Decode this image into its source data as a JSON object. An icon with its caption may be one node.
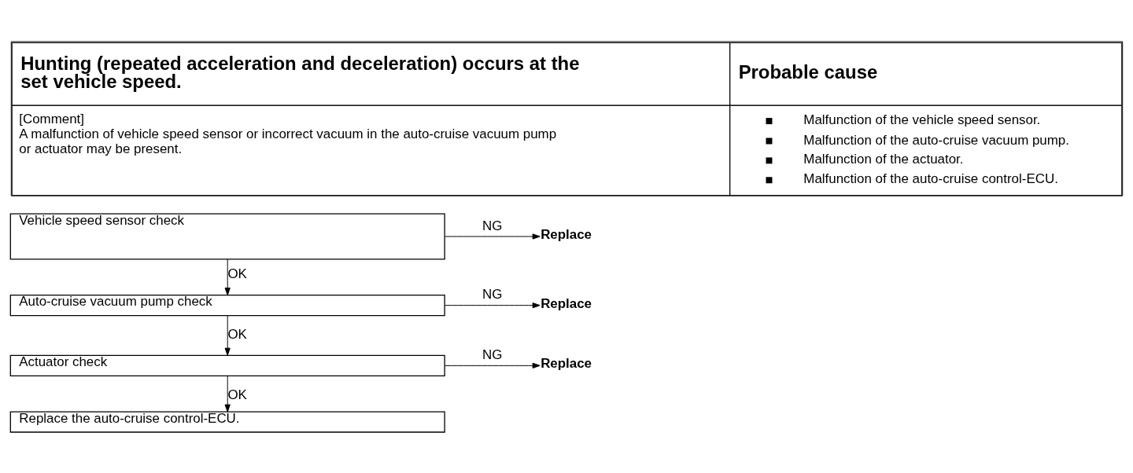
{
  "diagram": {
    "nodes": [
      {
        "text": [
          "Vehicle speed sensor check"
        ]
      },
      {
        "text": [
          "Replace"
        ]
      },
      {
        "text": [
          "Auto-cruise vacuum pump check"
        ]
      },
      {
        "text": [
          "Replace"
        ]
      },
      {
        "text": [
          "Actuator check"
        ]
      },
      {
        "text": [
          "Replace"
        ]
      },
      {
        "text": [
          "Replace the auto-cruise control-ECU."
        ]
      }
    ],
    "edges": [
      {
        "from": 0,
        "to": 1,
        "arrow": "to",
        "label": "NG"
      },
      {
        "from": 0,
        "to": 2,
        "arrow": "to",
        "label": "OK"
      },
      {
        "from": 2,
        "to": 3,
        "arrow": "to",
        "label": "NG"
      },
      {
        "from": 2,
        "to": 4,
        "arrow": "to",
        "label": "OK"
      },
      {
        "from": 4,
        "to": 5,
        "arrow": "to",
        "label": "NG"
      },
      {
        "from": 4,
        "to": 6,
        "arrow": "to",
        "label": "OK"
      }
    ],
    "labels": [
      "Hunting (repeated acceleration and deceleration) occurs at the set vehicle speed.",
      "Probable cause",
      "[Comment]",
      "A malfunction of vehicle speed sensor or incorrect vacuum in the auto-cruise vacuum pump or actuator may be present.",
      "Malfunction of the vehicle speed sensor.",
      "Malfunction of the auto-cruise vacuum pump.",
      "Malfunction of the actuator.",
      "Malfunction of the auto-cruise control-ECU."
    ]
  }
}
